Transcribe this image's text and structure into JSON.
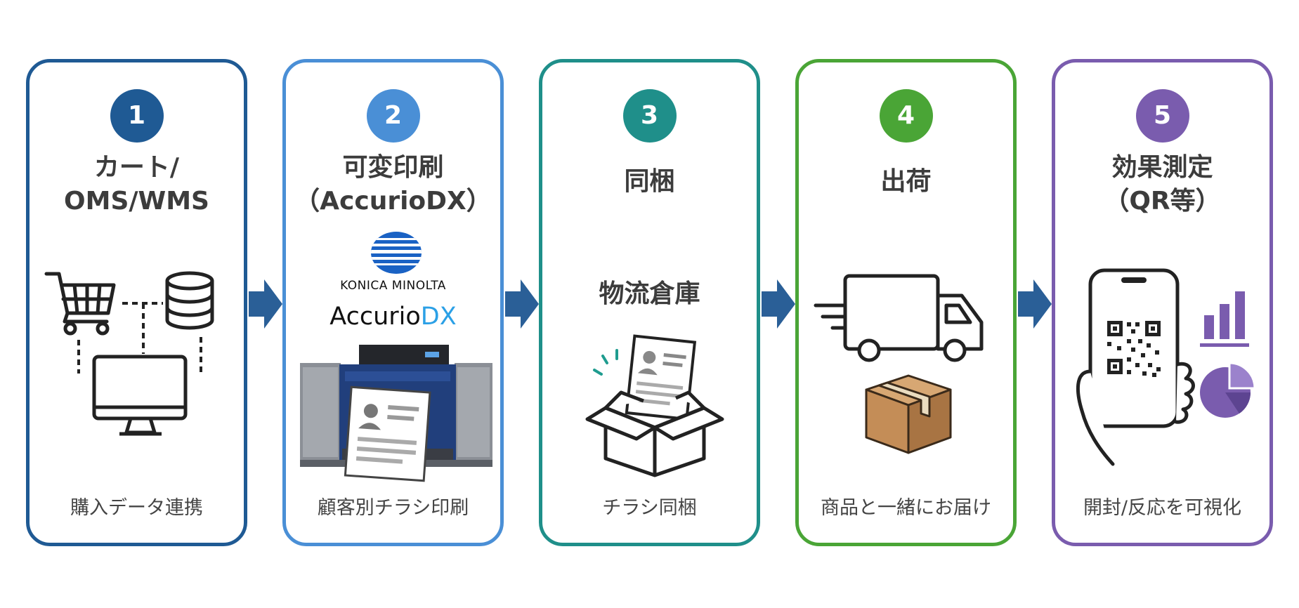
{
  "colors": {
    "step1": "#1f5a94",
    "step2": "#4a8fd6",
    "step3": "#1f8f8a",
    "step4": "#4aa536",
    "step5": "#7a5cae",
    "arrow": "#2a5f97"
  },
  "steps": [
    {
      "number": "1",
      "title_line1": "カート/",
      "title_line2": "OMS/WMS",
      "caption": "購入データ連携",
      "icons": [
        "shopping-cart-icon",
        "database-icon",
        "monitor-icon"
      ]
    },
    {
      "number": "2",
      "title_line1": "可変印刷",
      "title_line2": "（AccurioDX）",
      "caption": "顧客別チラシ印刷",
      "brand": "KONICA MINOLTA",
      "product_a": "Accurio",
      "product_b": "DX",
      "icons": [
        "konica-minolta-logo-icon",
        "printer-icon",
        "flyer-icon"
      ]
    },
    {
      "number": "3",
      "title": "同梱",
      "subtitle": "物流倉庫",
      "caption": "チラシ同梱",
      "icons": [
        "open-box-icon",
        "flyer-icon"
      ]
    },
    {
      "number": "4",
      "title": "出荷",
      "caption": "商品と一緒にお届け",
      "icons": [
        "delivery-truck-icon",
        "cardboard-box-icon"
      ]
    },
    {
      "number": "5",
      "title_line1": "効果測定",
      "title_line2": "（QR等）",
      "caption": "開封/反応を可視化",
      "icons": [
        "smartphone-qr-icon",
        "bar-chart-icon",
        "pie-chart-icon"
      ]
    }
  ],
  "connectors": [
    "arrow-right-icon",
    "arrow-right-icon",
    "arrow-right-icon",
    "arrow-right-icon"
  ]
}
